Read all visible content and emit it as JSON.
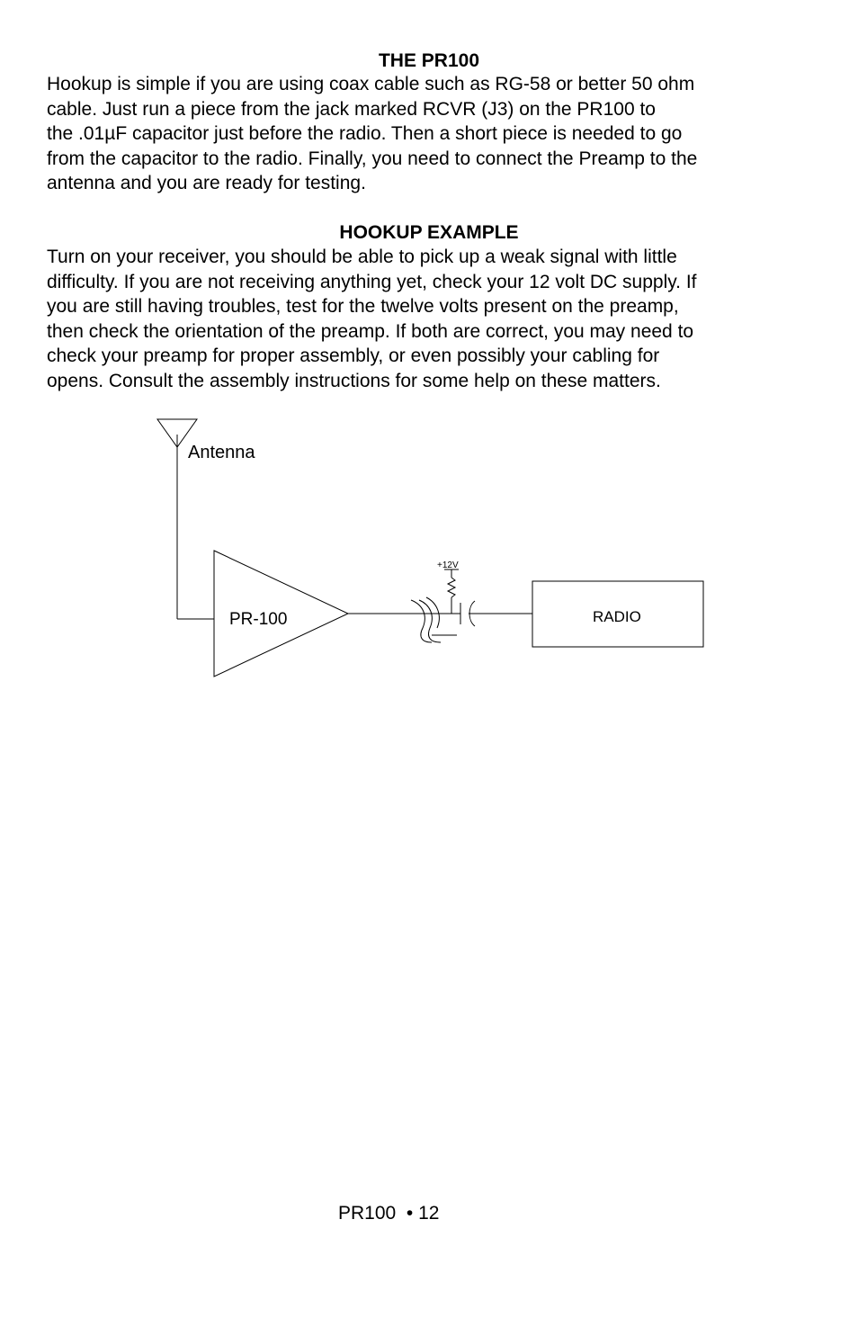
{
  "sections": [
    {
      "heading": "THE PR100",
      "lines": [
        "Hookup is simple if you are using coax cable such as RG-58 or better 50 ohm",
        "cable. Just run a piece from the jack marked RCVR (J3) on the PR100 to",
        "the .01µF capacitor just before the radio. Then a short piece is needed to go",
        "from the capacitor to the radio. Finally, you need to connect the Preamp to the",
        "antenna and you are ready for testing."
      ]
    },
    {
      "heading": "HOOKUP EXAMPLE",
      "lines": [
        "Turn on your receiver, you should be able to pick up a weak signal with little",
        "difficulty. If you are not receiving anything yet, check your 12 volt DC supply. If",
        "you are still having troubles, test for the twelve volts present on the preamp,",
        "then check the orientation of the preamp. If both are correct, you may need to",
        "check your preamp for proper assembly, or even possibly your cabling for",
        "opens. Consult the assembly instructions for some help on these matters."
      ]
    }
  ],
  "diagram": {
    "antenna_label": "Antenna",
    "amplifier_label": "PR-100",
    "supply_label": "+12V",
    "radio_label": "RADIO"
  },
  "footer": {
    "doc": "PR100",
    "separator": "•",
    "page": "12"
  }
}
